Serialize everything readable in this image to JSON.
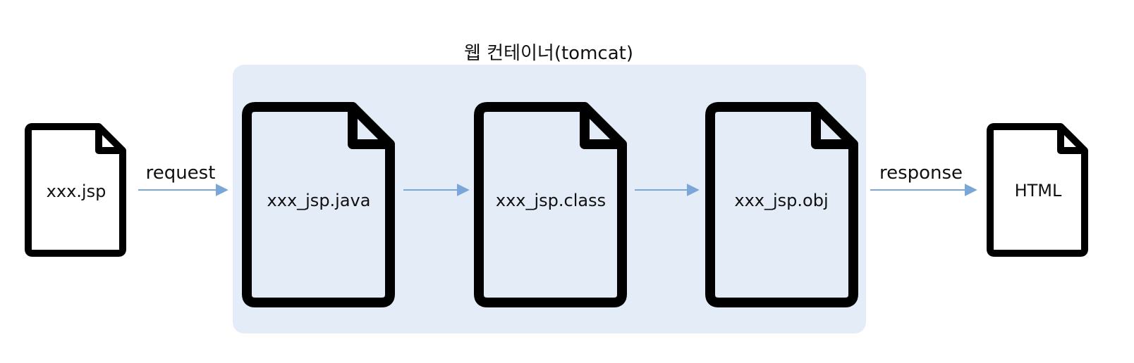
{
  "container": {
    "title": "웹 컨테이너(tomcat)",
    "fill_color": "#e3ecf7"
  },
  "files": {
    "source": "xxx.jsp",
    "java": "xxx_jsp.java",
    "class": "xxx_jsp.class",
    "obj": "xxx_jsp.obj",
    "output": "HTML"
  },
  "edges": {
    "request": "request",
    "response": "response"
  },
  "colors": {
    "arrow": "#7aa7d8",
    "outline": "#000000",
    "container_file_fill": "#e3ecf7",
    "outer_file_fill": "#ffffff"
  },
  "icons": {
    "file": "document-icon",
    "arrow": "arrow-right-icon"
  }
}
